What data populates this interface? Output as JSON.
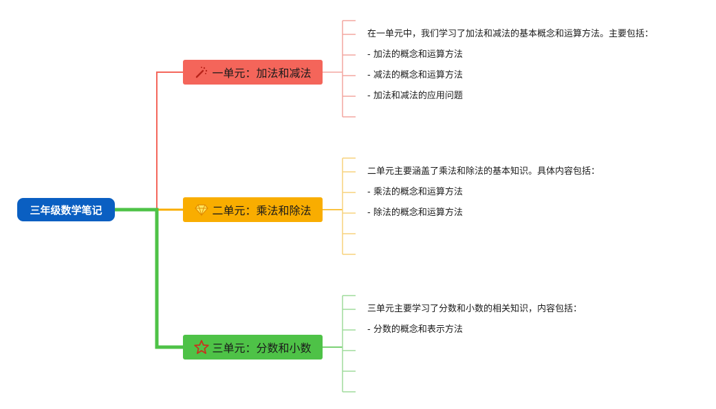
{
  "root": {
    "label": "三年级数学笔记",
    "color": "#0a5fc2"
  },
  "branches": [
    {
      "label": "一单元：加法和减法",
      "color": "#f4655a",
      "icon": "magic-wand-icon",
      "notes": [
        "在一单元中，我们学习了加法和减法的基本概念和运算方法。主要包括：",
        "- 加法的概念和运算方法",
        "- 减法的概念和运算方法",
        "- 加法和减法的应用问题"
      ]
    },
    {
      "label": "二单元：乘法和除法",
      "color": "#f9ad00",
      "icon": "diamond-icon",
      "notes": [
        "二单元主要涵盖了乘法和除法的基本知识。具体内容包括：",
        "- 乘法的概念和运算方法",
        "- 除法的概念和运算方法"
      ]
    },
    {
      "label": "三单元：分数和小数",
      "color": "#4ec247",
      "icon": "star-icon",
      "notes": [
        "三单元主要学习了分数和小数的相关知识，内容包括：",
        "- 分数的概念和表示方法"
      ]
    }
  ]
}
